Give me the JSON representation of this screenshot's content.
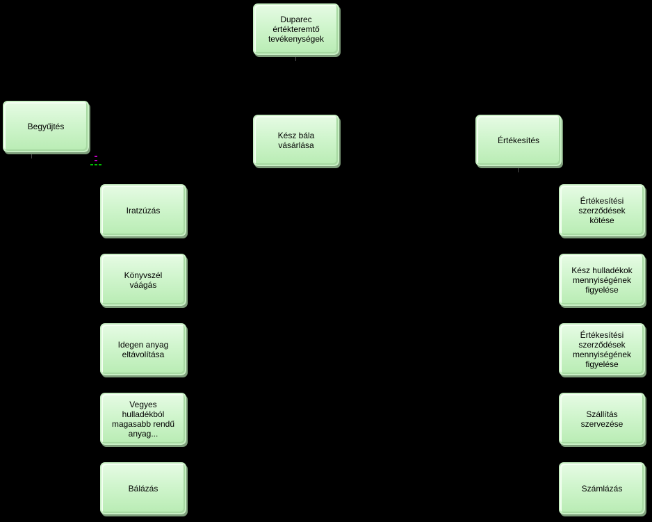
{
  "root": "Duparec\nértékteremtő\ntevékenységek",
  "branches": {
    "left": "Begyűjtés",
    "middle": "Kész bála\nvásárlása",
    "right": "Értékesítés"
  },
  "left_children": [
    "Iratzúzás",
    "Könyvszél\nváágás",
    "Idegen anyag\neltávolítása",
    "Vegyes\nhulladékból\nmagasabb rendű\nanyag...",
    "Bálázás"
  ],
  "right_children": [
    "Értékesítési\nszerződések\nkötése",
    "Kész hulladékok\nmennyiségének\nfigyelése",
    "Értékesítési\nszerződések\nmennyiségének\nfigyelése",
    "Szállítás\nszervezése",
    "Számlázás"
  ],
  "colors": {
    "background": "#000000",
    "node_fill": "#d0f5cd",
    "selection_marker_magenta": "#c000c0",
    "selection_marker_green": "#00c000"
  }
}
